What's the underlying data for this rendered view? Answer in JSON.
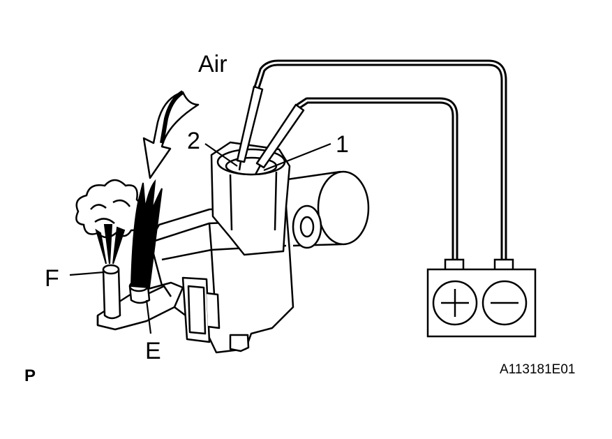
{
  "diagram": {
    "labels": {
      "air": "Air",
      "terminal_2": "2",
      "terminal_1": "1",
      "port_f": "F",
      "port_e": "E",
      "corner": "P",
      "figure_id": "A113181E01"
    },
    "battery": {
      "positive_icon": "plus-icon",
      "negative_icon": "minus-icon"
    },
    "colors": {
      "line": "#000000",
      "background": "#ffffff"
    }
  }
}
